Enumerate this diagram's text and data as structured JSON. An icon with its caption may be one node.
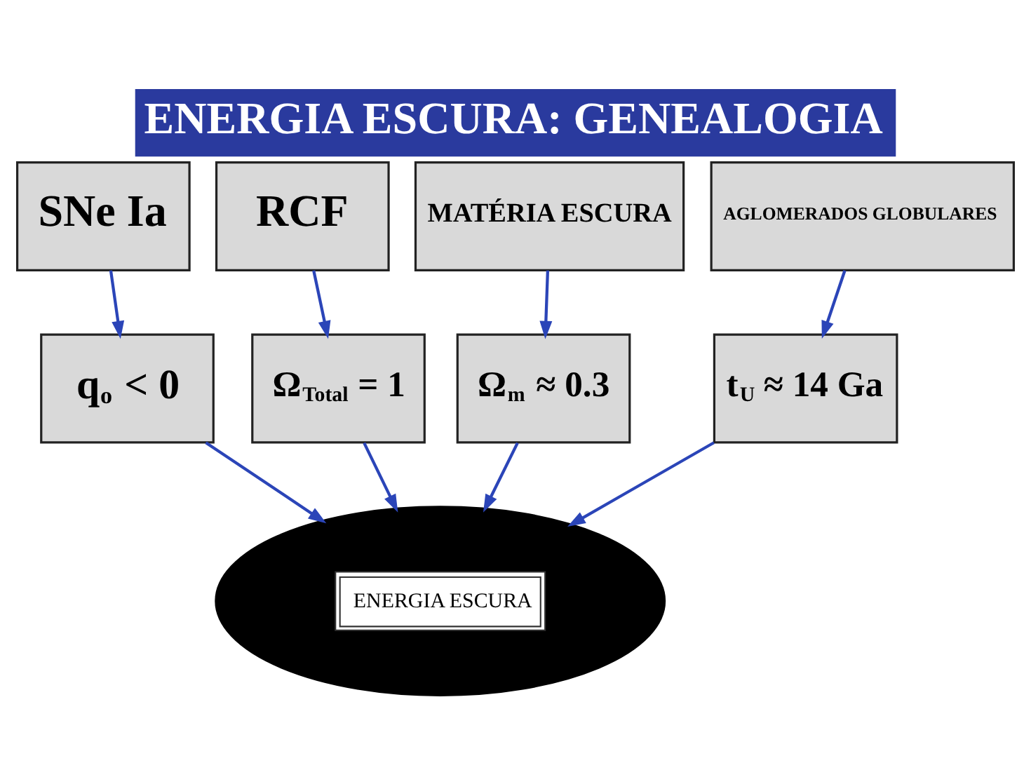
{
  "diagram": {
    "title": "ENERGIA ESCURA: GENEALOGIA",
    "nodes": [
      {
        "text": [
          "SNe Ia"
        ]
      },
      {
        "text": [
          "RCF"
        ]
      },
      {
        "text": [
          "MATÉRIA ESCURA"
        ]
      },
      {
        "text": [
          "AGLOMERADOS GLOBULARES"
        ]
      },
      {
        "text": [
          "q$_{o}$ < 0"
        ]
      },
      {
        "text": [
          "Ω$_{Total}$ = 1"
        ]
      },
      {
        "text": [
          "Ω$_{m}$ ≈ 0.3"
        ]
      },
      {
        "text": [
          "t$_{U}$ ≈ 14 Ga"
        ]
      },
      {
        "text": [
          "ENERGIA ESCURA"
        ]
      }
    ],
    "edges": [
      {
        "from": 0,
        "to": 4,
        "arrow": "to"
      },
      {
        "from": 1,
        "to": 5,
        "arrow": "to"
      },
      {
        "from": 2,
        "to": 6,
        "arrow": "to"
      },
      {
        "from": 3,
        "to": 7,
        "arrow": "to"
      },
      {
        "from": 4,
        "to": 8,
        "arrow": "to"
      },
      {
        "from": 5,
        "to": 8,
        "arrow": "to"
      },
      {
        "from": 6,
        "to": 8,
        "arrow": "to"
      },
      {
        "from": 7,
        "to": 8,
        "arrow": "to"
      }
    ]
  }
}
